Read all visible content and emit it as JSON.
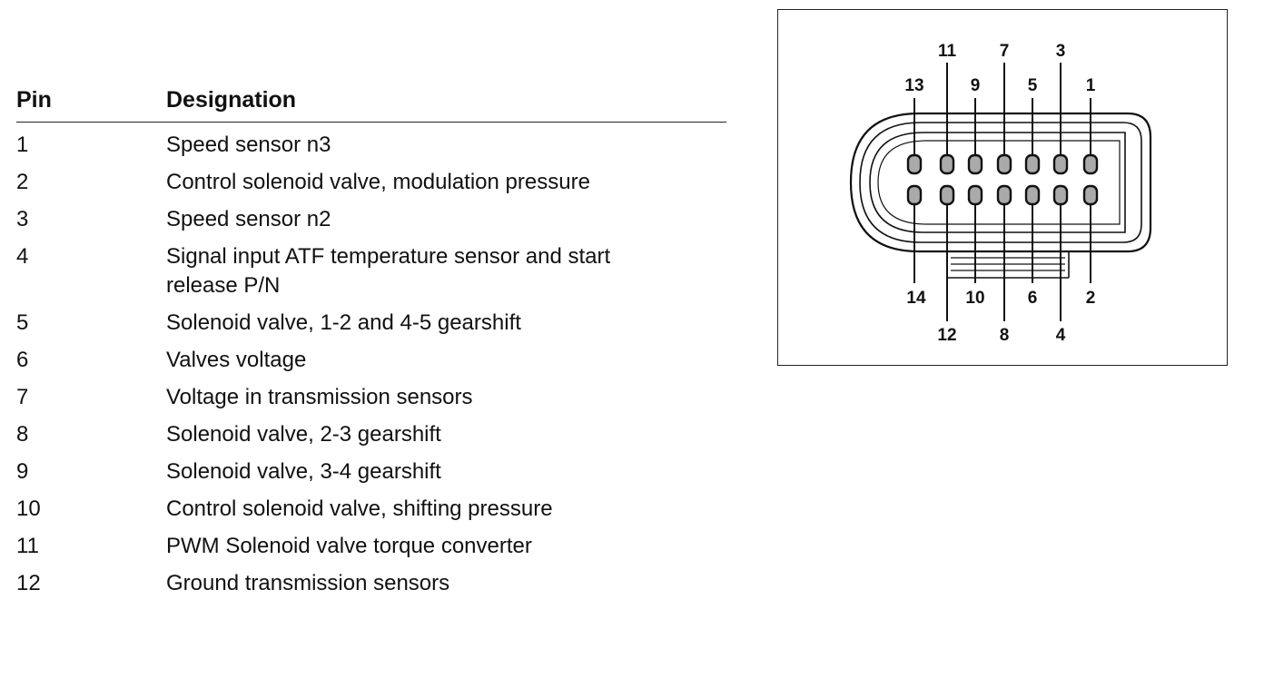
{
  "table": {
    "header_pin": "Pin",
    "header_designation": "Designation",
    "rows": [
      {
        "pin": "1",
        "designation": "Speed sensor n3"
      },
      {
        "pin": "2",
        "designation": "Control solenoid valve, modulation pressure"
      },
      {
        "pin": "3",
        "designation": "Speed sensor n2"
      },
      {
        "pin": "4",
        "designation": "Signal input ATF temperature sensor and start release P/N"
      },
      {
        "pin": "5",
        "designation": "Solenoid valve, 1-2 and 4-5 gearshift"
      },
      {
        "pin": "6",
        "designation": "Valves voltage"
      },
      {
        "pin": "7",
        "designation": "Voltage in transmission sensors"
      },
      {
        "pin": "8",
        "designation": "Solenoid valve, 2-3 gearshift"
      },
      {
        "pin": "9",
        "designation": "Solenoid valve, 3-4 gearshift"
      },
      {
        "pin": "10",
        "designation": "Control solenoid valve, shifting pressure"
      },
      {
        "pin": "11",
        "designation": "PWM Solenoid valve torque converter"
      },
      {
        "pin": "12",
        "designation": "Ground transmission sensors"
      }
    ]
  },
  "connector": {
    "top_labels": [
      "11",
      "7",
      "3"
    ],
    "upper_labels": [
      "13",
      "9",
      "5",
      "1"
    ],
    "lower_labels": [
      "14",
      "10",
      "6",
      "2"
    ],
    "bottom_labels": [
      "12",
      "8",
      "4"
    ]
  }
}
